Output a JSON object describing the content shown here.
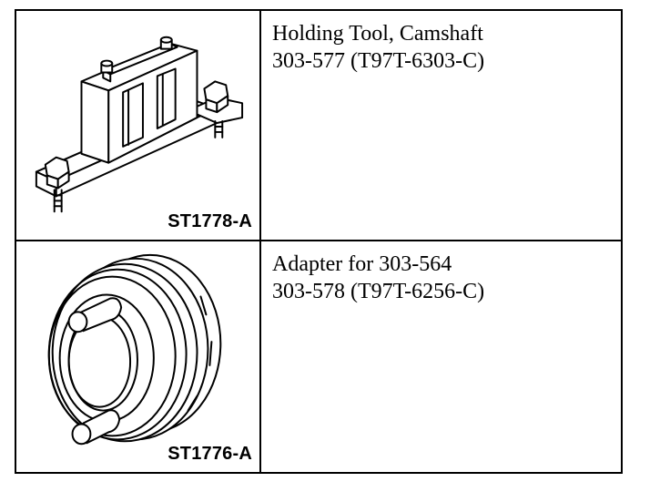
{
  "rows": [
    {
      "figure_code": "ST1778-A",
      "tool_name": "Holding Tool, Camshaft",
      "tool_number": "303-577 (T97T-6303-C)",
      "illustration": "camshaft-holding-tool-drawing"
    },
    {
      "figure_code": "ST1776-A",
      "tool_name": "Adapter for 303-564",
      "tool_number": "303-578 (T97T-6256-C)",
      "illustration": "adapter-pulley-drawing"
    }
  ],
  "colors": {
    "ink": "#000000",
    "paper": "#ffffff"
  }
}
